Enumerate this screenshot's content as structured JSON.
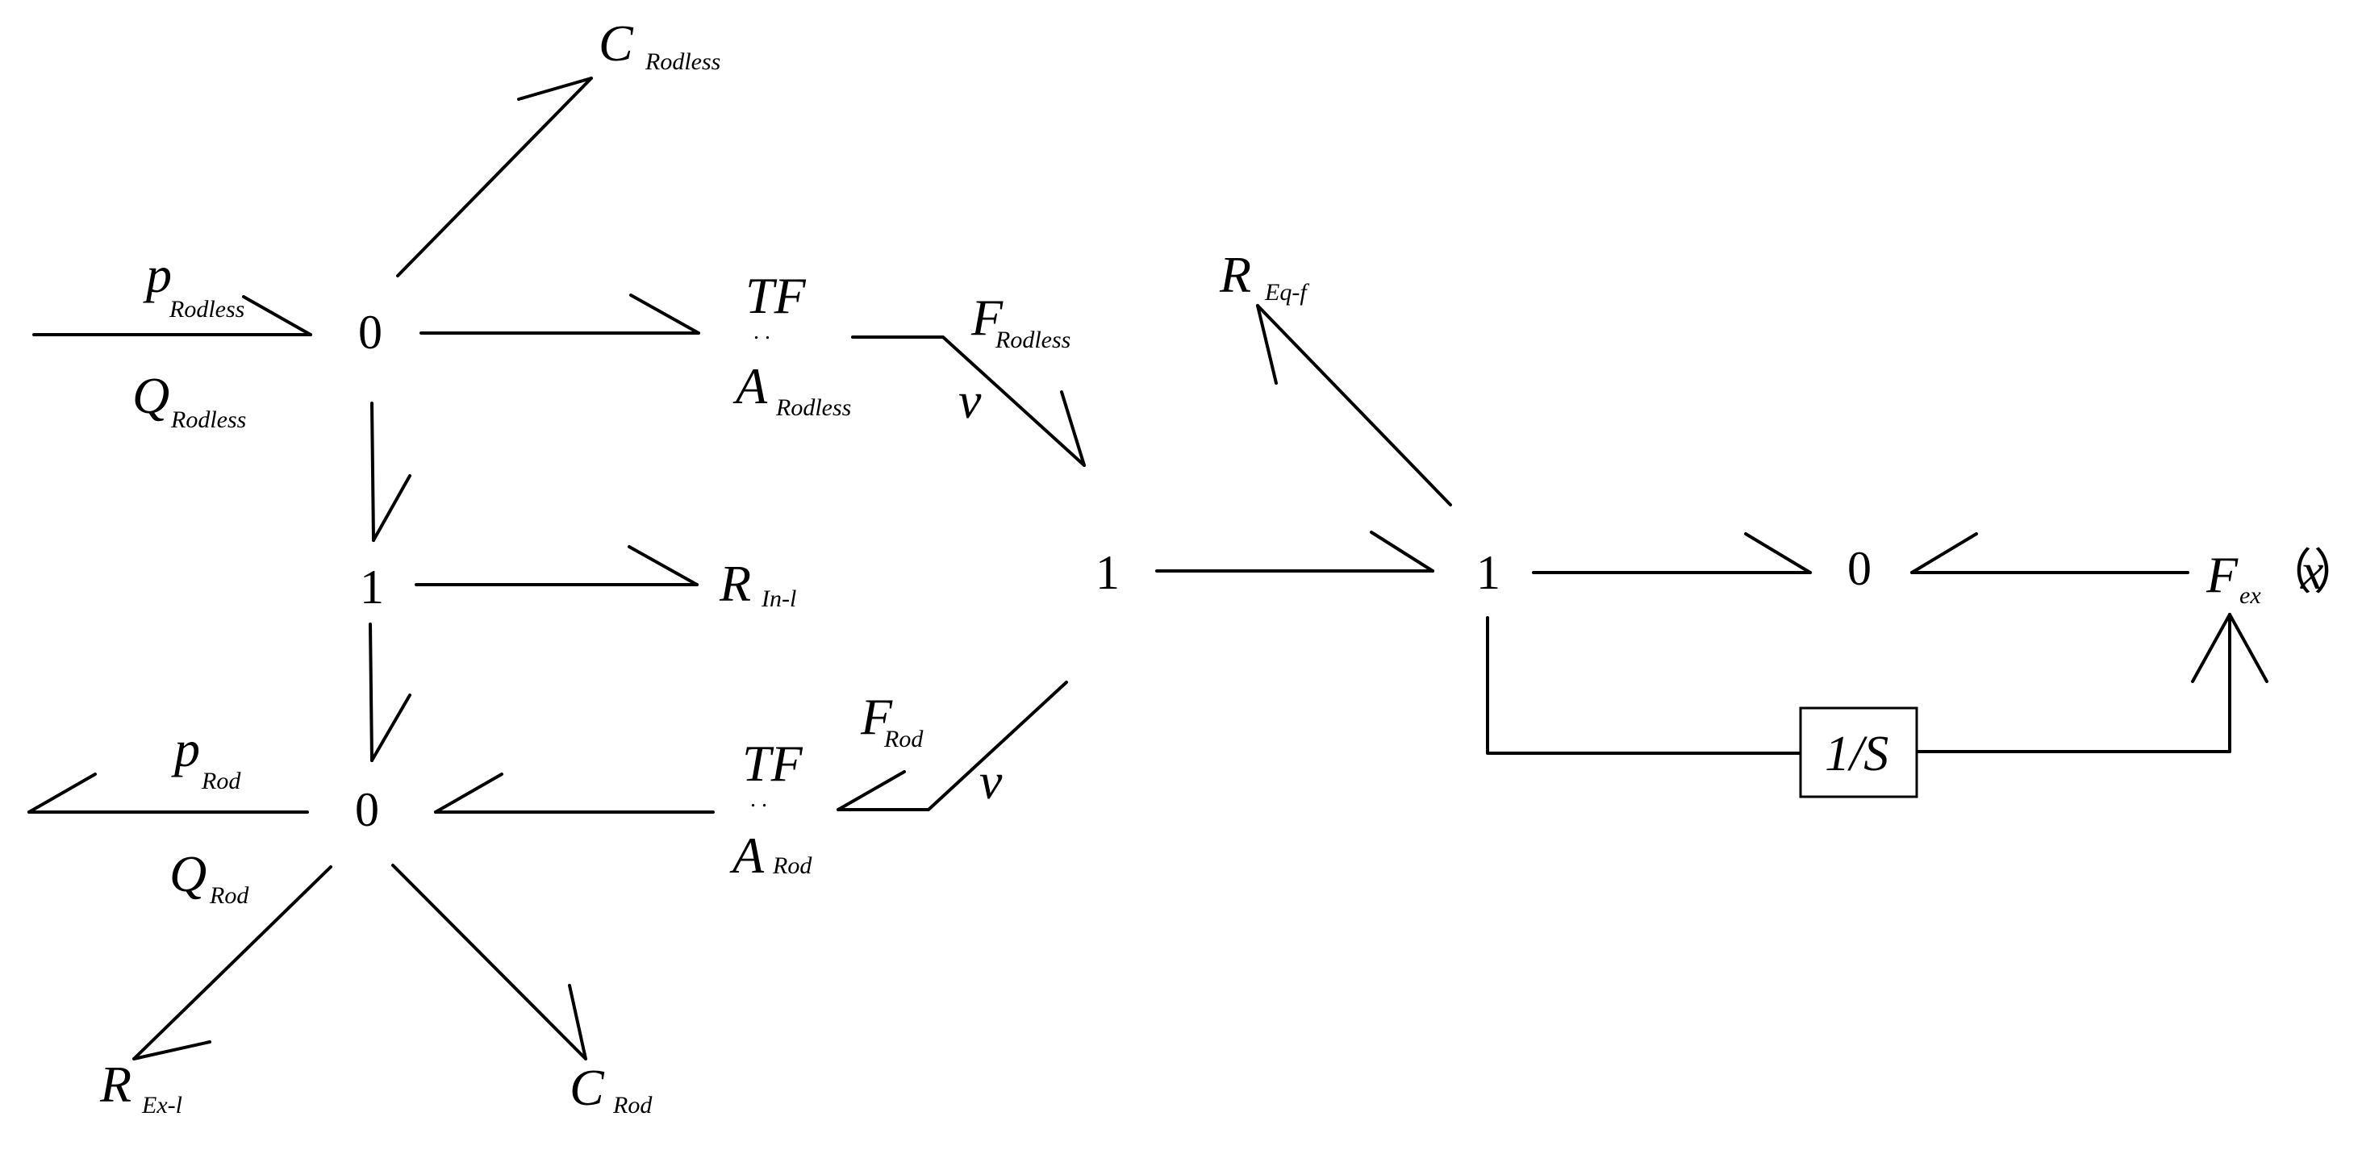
{
  "junctions": {
    "top_zero": "0",
    "left_one": "1",
    "bottom_zero": "0",
    "center_one": "1",
    "right_one": "1",
    "right_zero": "0"
  },
  "labels": {
    "c_rodless": {
      "main": "C",
      "sub": "Rodless"
    },
    "p_rodless": {
      "main": "p",
      "sub": "Rodless"
    },
    "q_rodless": {
      "main": "Q",
      "sub": "Rodless"
    },
    "tf_top": {
      "main": "TF",
      "dots": ". ."
    },
    "a_rodless": {
      "main": "A",
      "sub": "Rodless"
    },
    "f_rodless": {
      "main": "F",
      "sub": "Rodless"
    },
    "v_top": "v",
    "r_in": {
      "main": "R",
      "sub": "In-l"
    },
    "p_rod": {
      "main": "p",
      "sub": "Rod"
    },
    "q_rod": {
      "main": "Q",
      "sub": "Rod"
    },
    "tf_bottom": {
      "main": "TF",
      "dots": ". ."
    },
    "a_rod": {
      "main": "A",
      "sub": "Rod"
    },
    "f_rod": {
      "main": "F",
      "sub": "Rod"
    },
    "v_bottom": "v",
    "r_ex": {
      "main": "R",
      "sub": "Ex-l"
    },
    "c_rod": {
      "main": "C",
      "sub": "Rod"
    },
    "r_eq": {
      "main": "R",
      "sub": "Eq-f"
    },
    "f_ex": {
      "main": "F",
      "sub": "ex",
      "paren_open": "（",
      "arg": "x",
      "paren_close": "）"
    },
    "integrator": "1/S"
  }
}
